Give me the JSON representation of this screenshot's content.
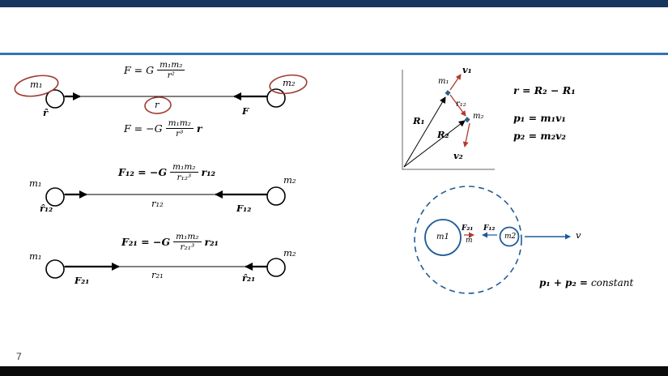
{
  "slide": {
    "page_number": "7",
    "colors": {
      "top_bar": "#17365d",
      "header_rule": "#2e75b6",
      "annotation_red": "#9e3b32",
      "diagram_blue": "#1f5c97"
    }
  },
  "equations": {
    "grav_scalar": {
      "pre": "F = G",
      "num": "m₁m₂",
      "den": "r²",
      "post": ""
    },
    "grav_vector": {
      "pre": "F = −G",
      "num": "m₁m₂",
      "den": "r³",
      "post": "r"
    },
    "f12": {
      "pre": "F₁₂ = −G",
      "num": "m₁m₂",
      "den": "r₁₂³",
      "post": "r₁₂"
    },
    "f21": {
      "pre": "F₂₁ = −G",
      "num": "m₁m₂",
      "den": "r₂₁³",
      "post": "r₂₁"
    }
  },
  "diagram1": {
    "m1": "m₁",
    "m2": "m₂",
    "r_hat": "r̂",
    "force": "F",
    "r": "r"
  },
  "diagram2": {
    "m1": "m₁",
    "m2": "m₂",
    "r_hat": "r̂₁₂",
    "force": "F₁₂",
    "r": "r₁₂"
  },
  "diagram3": {
    "m1": "m₁",
    "m2": "m₂",
    "r_hat": "r̂₂₁",
    "force": "F₂₁",
    "r": "r₂₁"
  },
  "vector_diagram": {
    "v1": "v₁",
    "m1": "m₁",
    "r12": "r₁₂",
    "R1": "R₁",
    "m2": "m₂",
    "R2": "R₂",
    "v2": "v₂"
  },
  "relations": {
    "r_eq": "r = R₂ − R₁",
    "p1_eq": "p₁ = m₁v₁",
    "p2_eq": "p₂ = m₂v₂"
  },
  "cm_diagram": {
    "m1": "m1",
    "m2": "m2",
    "f21": "F₂₁",
    "f12": "F₁₂",
    "mbar": "m̄",
    "v": "v"
  },
  "conservation": {
    "lhs": "p₁ + p₂ =",
    "rhs": "constant"
  }
}
